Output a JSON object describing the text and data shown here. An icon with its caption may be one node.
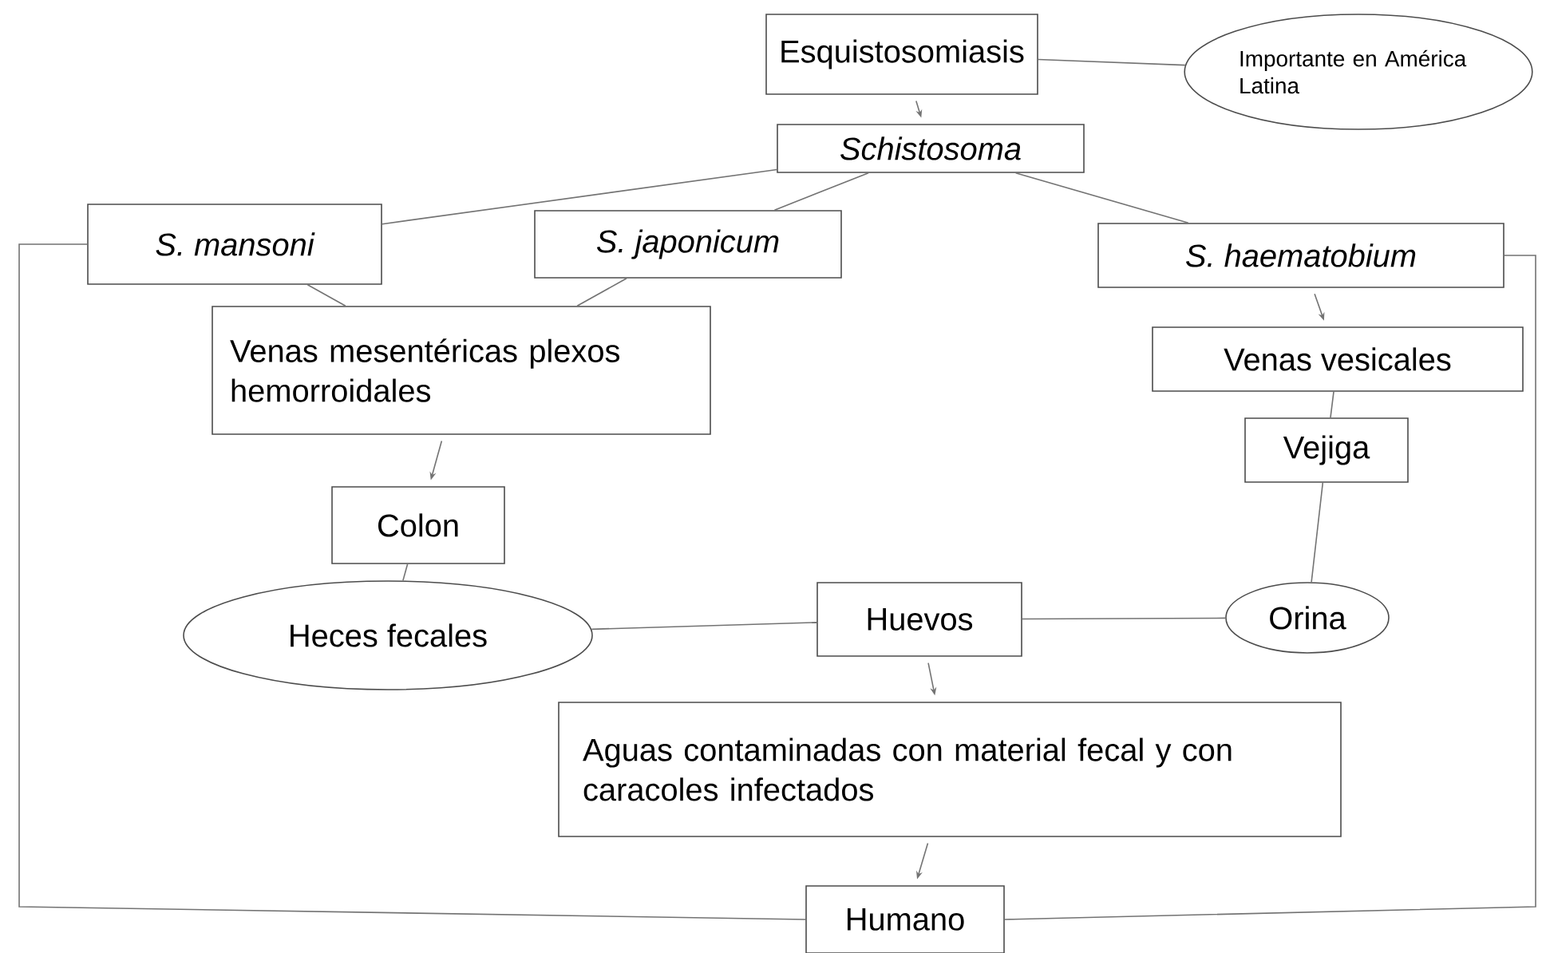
{
  "diagram": {
    "nodes": [
      {
        "text": [
          "Esquistosomiasis"
        ]
      },
      {
        "text": [
          "Importante en América Latina"
        ]
      },
      {
        "text": [
          "Schistosoma"
        ]
      },
      {
        "text": [
          "S. mansoni"
        ]
      },
      {
        "text": [
          "S. japonicum"
        ]
      },
      {
        "text": [
          "S. haematobium"
        ]
      },
      {
        "text": [
          "Venas mesentéricas plexos hemorroidales"
        ]
      },
      {
        "text": [
          "Venas vesicales"
        ]
      },
      {
        "text": [
          "Vejiga"
        ]
      },
      {
        "text": [
          "Colon"
        ]
      },
      {
        "text": [
          "Heces fecales"
        ]
      },
      {
        "text": [
          "Huevos"
        ]
      },
      {
        "text": [
          "Orina"
        ]
      },
      {
        "text": [
          "Aguas contaminadas con material fecal y con caracoles infectados"
        ]
      },
      {
        "text": [
          "Humano"
        ]
      }
    ],
    "edges": [
      {
        "from": 0,
        "to": 1,
        "arrow": "none"
      },
      {
        "from": 0,
        "to": 2,
        "arrow": "to"
      },
      {
        "from": 2,
        "to": 3,
        "arrow": "none"
      },
      {
        "from": 2,
        "to": 4,
        "arrow": "none"
      },
      {
        "from": 2,
        "to": 5,
        "arrow": "none"
      },
      {
        "from": 3,
        "to": 6,
        "arrow": "none"
      },
      {
        "from": 4,
        "to": 6,
        "arrow": "none"
      },
      {
        "from": 5,
        "to": 7,
        "arrow": "to"
      },
      {
        "from": 6,
        "to": 9,
        "arrow": "to"
      },
      {
        "from": 7,
        "to": 8,
        "arrow": "none"
      },
      {
        "from": 9,
        "to": 10,
        "arrow": "none"
      },
      {
        "from": 8,
        "to": 12,
        "arrow": "none"
      },
      {
        "from": 10,
        "to": 11,
        "arrow": "none"
      },
      {
        "from": 11,
        "to": 12,
        "arrow": "none"
      },
      {
        "from": 11,
        "to": 13,
        "arrow": "to"
      },
      {
        "from": 13,
        "to": 14,
        "arrow": "to"
      },
      {
        "from": 3,
        "to": 14,
        "arrow": "none"
      },
      {
        "from": 5,
        "to": 14,
        "arrow": "none"
      }
    ]
  }
}
